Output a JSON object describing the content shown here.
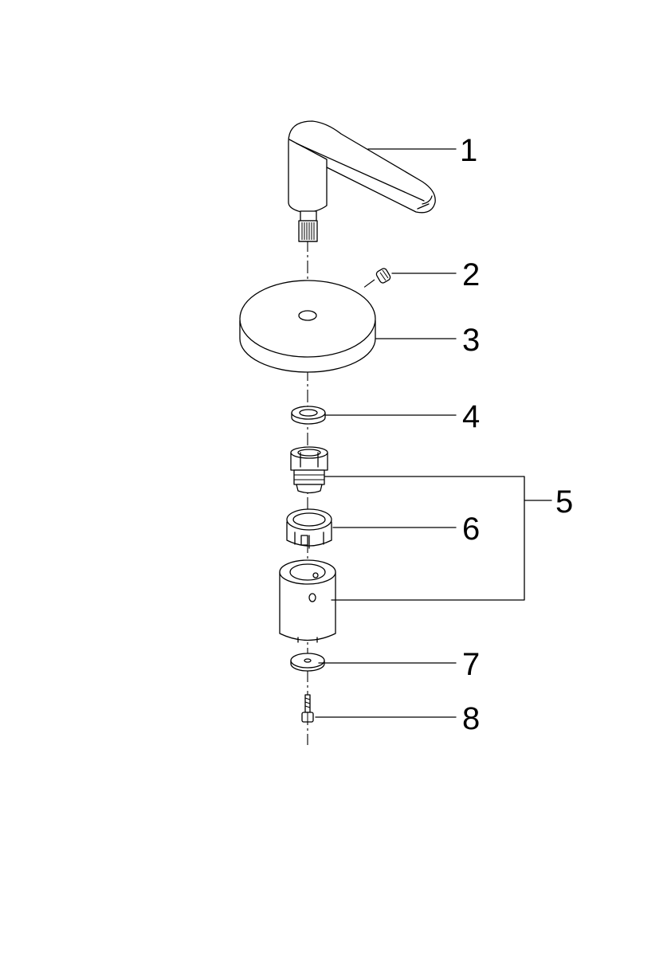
{
  "labels": {
    "p1": "1",
    "p2": "2",
    "p3": "3",
    "p4": "4",
    "p5": "5",
    "p6": "6",
    "p7": "7",
    "p8": "8"
  }
}
